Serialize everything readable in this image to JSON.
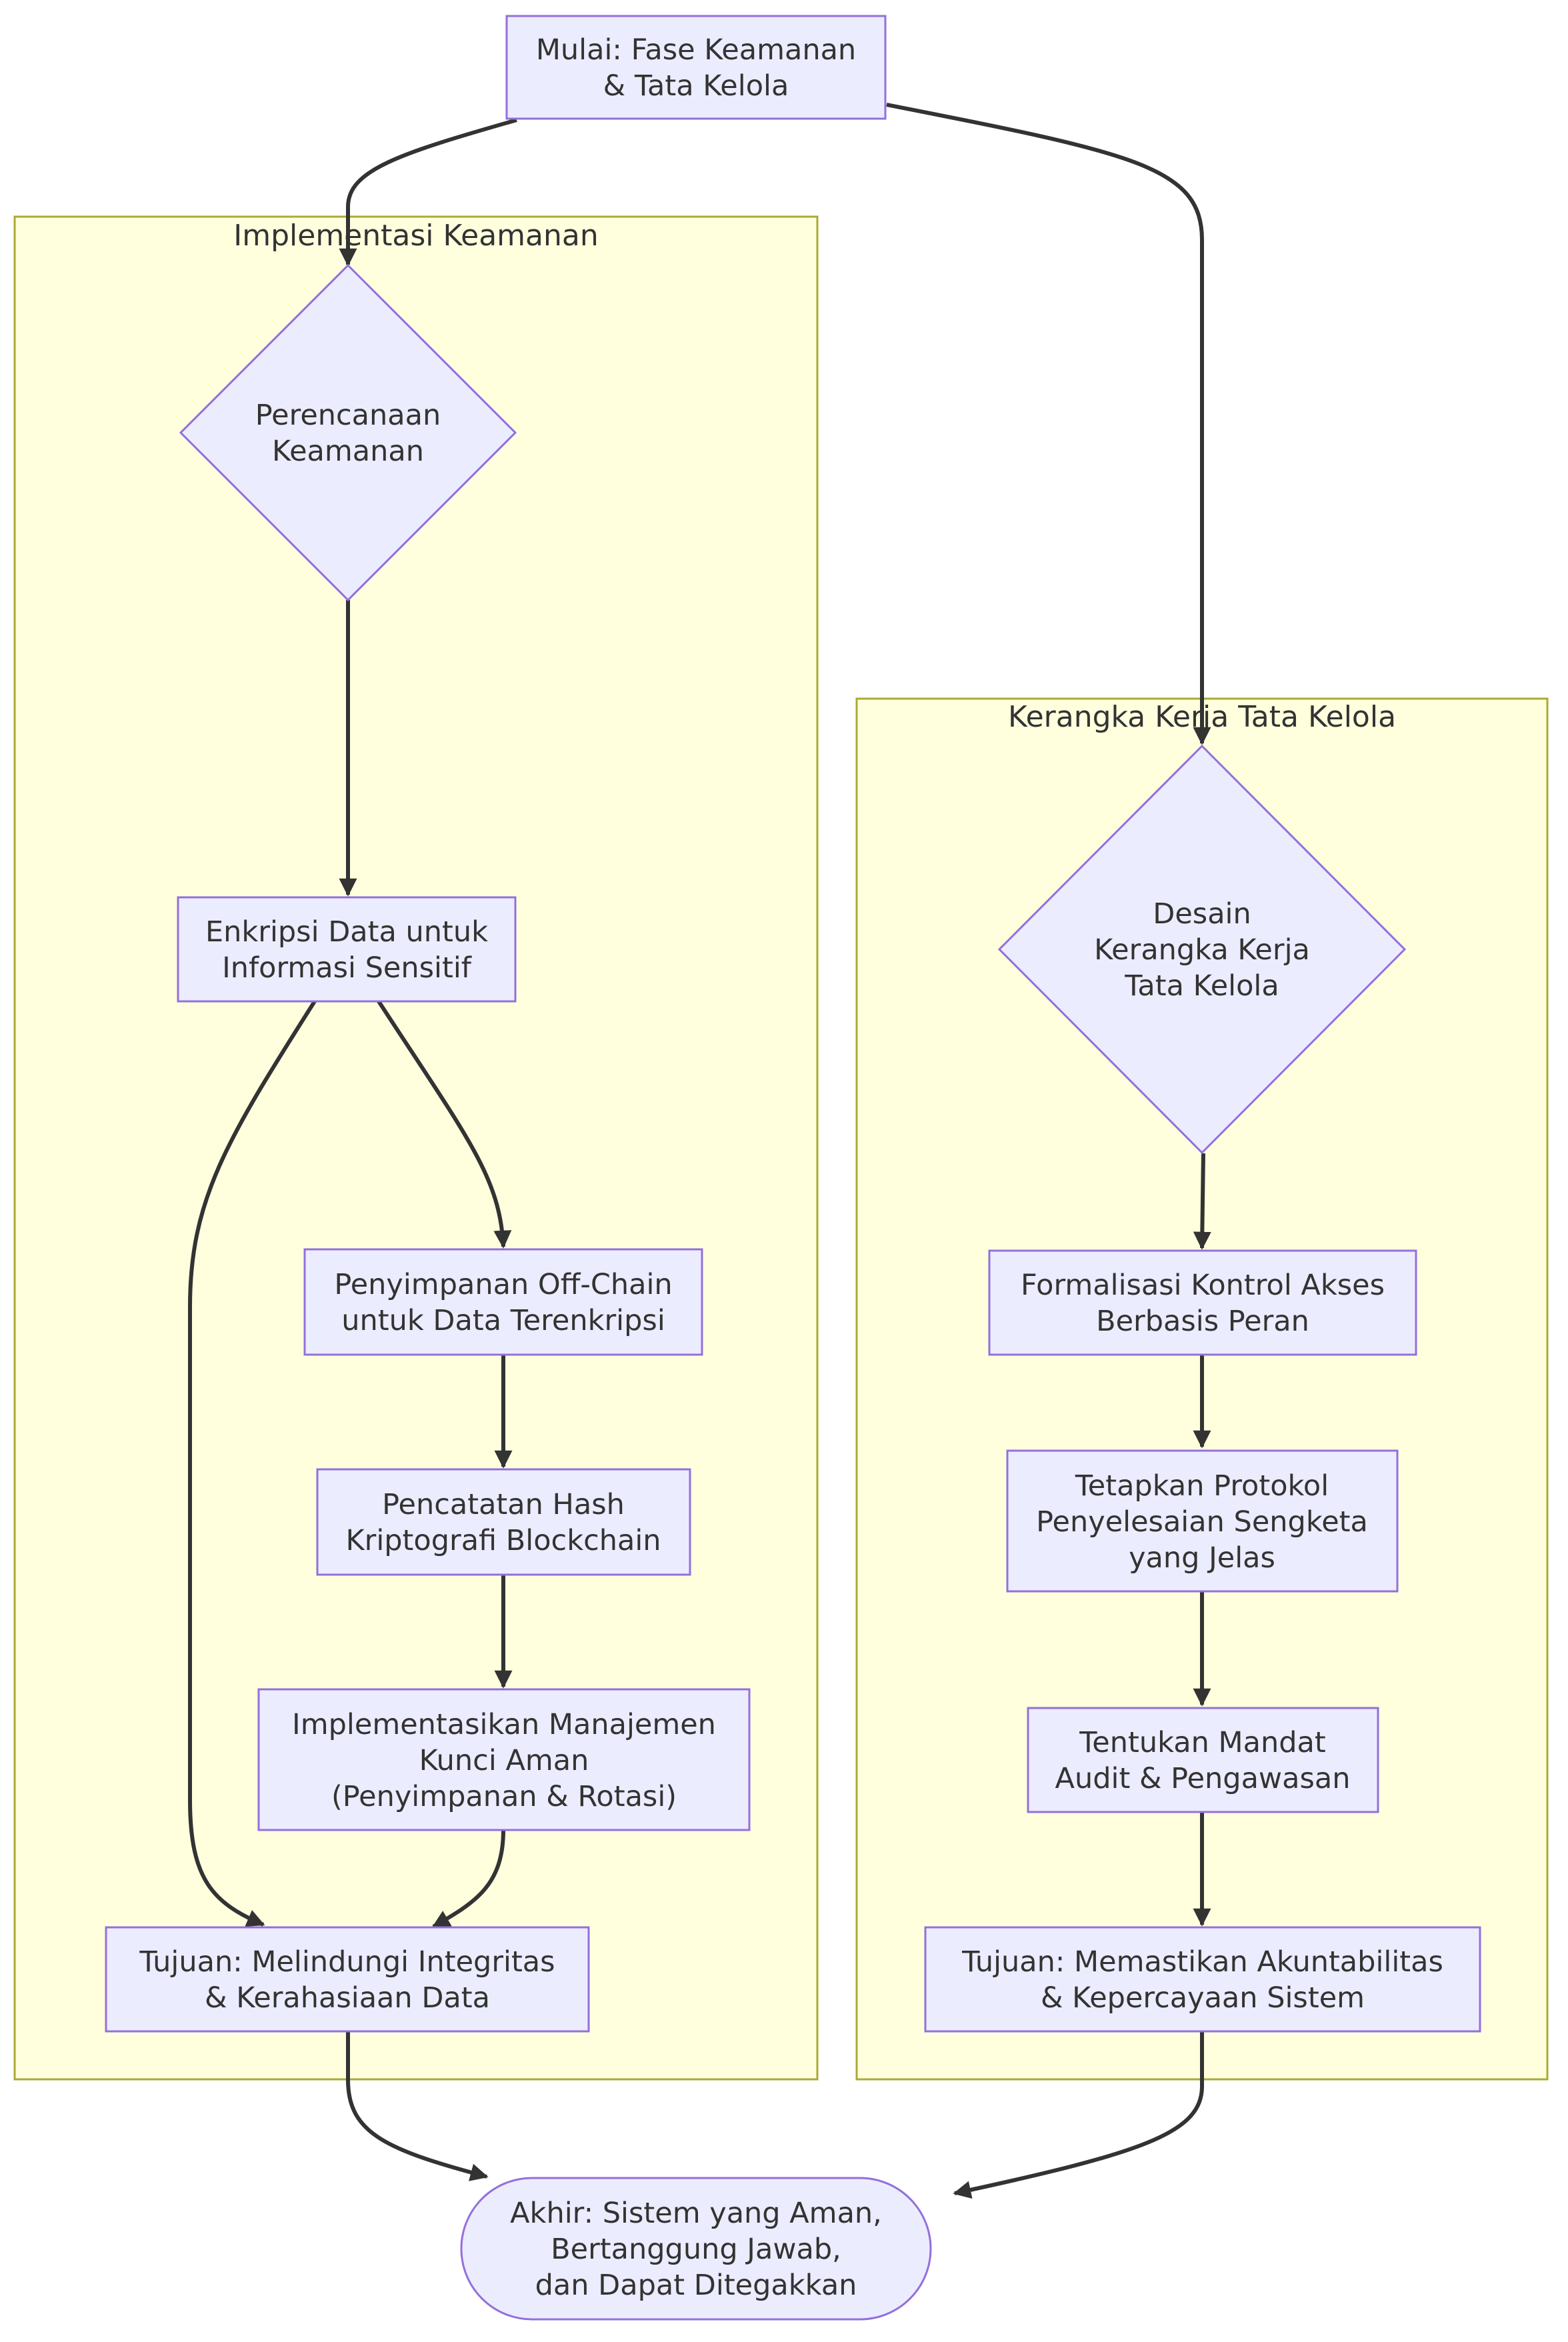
{
  "diagram": {
    "start": {
      "lines": [
        "Mulai: Fase Keamanan",
        "& Tata Kelola"
      ]
    },
    "clusters": {
      "security": {
        "title": "Implementasi Keamanan",
        "planning": {
          "lines": [
            "Perencanaan",
            "Keamanan"
          ]
        },
        "encryption": {
          "lines": [
            "Enkripsi Data untuk",
            "Informasi Sensitif"
          ]
        },
        "offchain": {
          "lines": [
            "Penyimpanan Off-Chain",
            "untuk Data Terenkripsi"
          ]
        },
        "hash": {
          "lines": [
            "Pencatatan Hash",
            "Kriptografi Blockchain"
          ]
        },
        "keymgmt": {
          "lines": [
            "Implementasikan Manajemen",
            "Kunci Aman",
            "(Penyimpanan & Rotasi)"
          ]
        },
        "goal": {
          "lines": [
            "Tujuan: Melindungi Integritas",
            "& Kerahasiaan Data"
          ]
        }
      },
      "governance": {
        "title": "Kerangka Kerja Tata Kelola",
        "design": {
          "lines": [
            "Desain",
            "Kerangka Kerja",
            "Tata Kelola"
          ]
        },
        "rbac": {
          "lines": [
            "Formalisasi Kontrol Akses",
            "Berbasis Peran"
          ]
        },
        "dispute": {
          "lines": [
            "Tetapkan Protokol",
            "Penyelesaian Sengketa",
            "yang Jelas"
          ]
        },
        "audit": {
          "lines": [
            "Tentukan Mandat",
            "Audit & Pengawasan"
          ]
        },
        "goal": {
          "lines": [
            "Tujuan: Memastikan Akuntabilitas",
            "& Kepercayaan Sistem"
          ]
        }
      }
    },
    "end": {
      "lines": [
        "Akhir: Sistem yang Aman,",
        "Bertanggung Jawab,",
        "dan Dapat Ditegakkan"
      ]
    },
    "colors": {
      "node_fill": "#ECECFF",
      "node_stroke": "#9370DB",
      "cluster_fill": "#FFFFDE",
      "cluster_stroke": "#AAAA33",
      "edge": "#333333",
      "text": "#333333"
    }
  }
}
